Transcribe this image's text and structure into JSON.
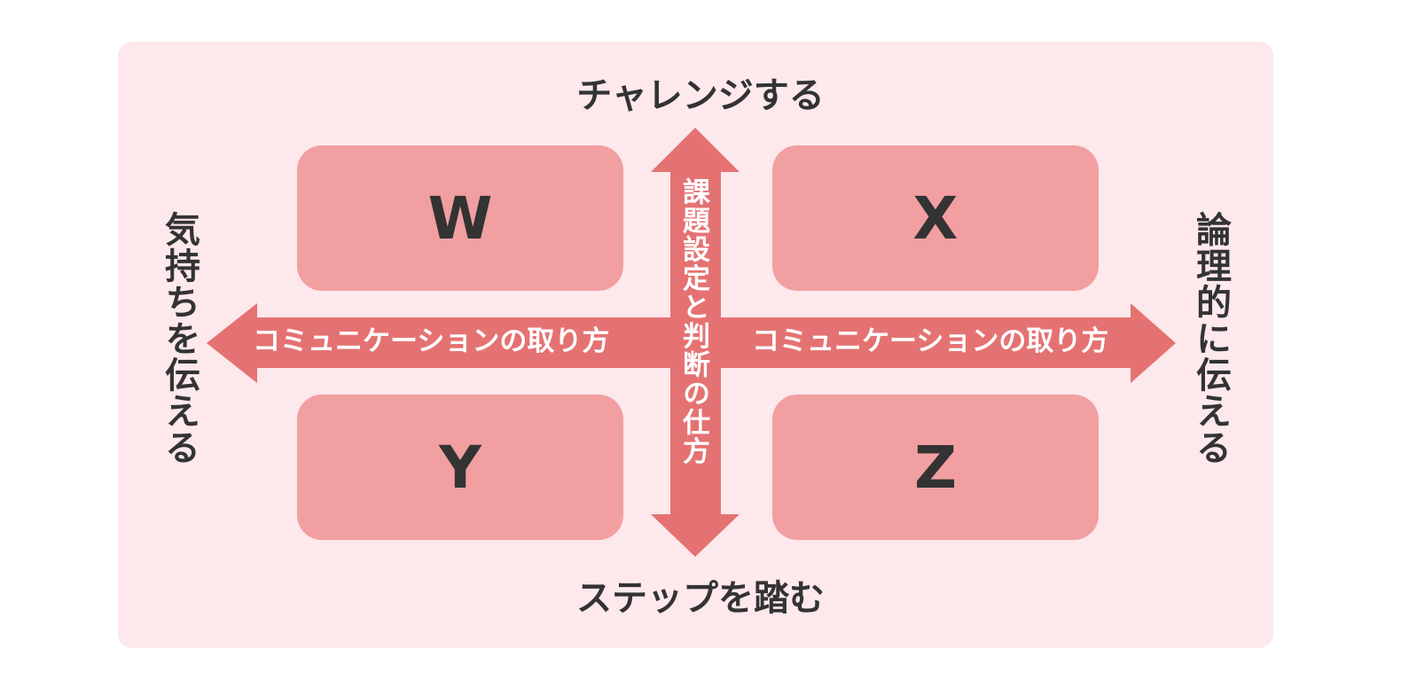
{
  "diagram": {
    "colors": {
      "panel_background": "#fde8ec",
      "quadrant_fill": "#f19fa1",
      "arrow_fill": "#e57272",
      "text_dark": "#333333",
      "text_light": "#ffffff"
    },
    "poles": {
      "top": "チャレンジする",
      "bottom": "ステップを踏む",
      "left": "気持ちを伝える",
      "right": "論理的に伝える"
    },
    "axes": {
      "horizontal_label_left": "コミュニケーションの取り方",
      "horizontal_label_right": "コミュニケーションの取り方",
      "vertical_label": "課題設定と判断の仕方"
    },
    "quadrants": {
      "top_left": "W",
      "top_right": "X",
      "bottom_left": "Y",
      "bottom_right": "Z"
    }
  }
}
